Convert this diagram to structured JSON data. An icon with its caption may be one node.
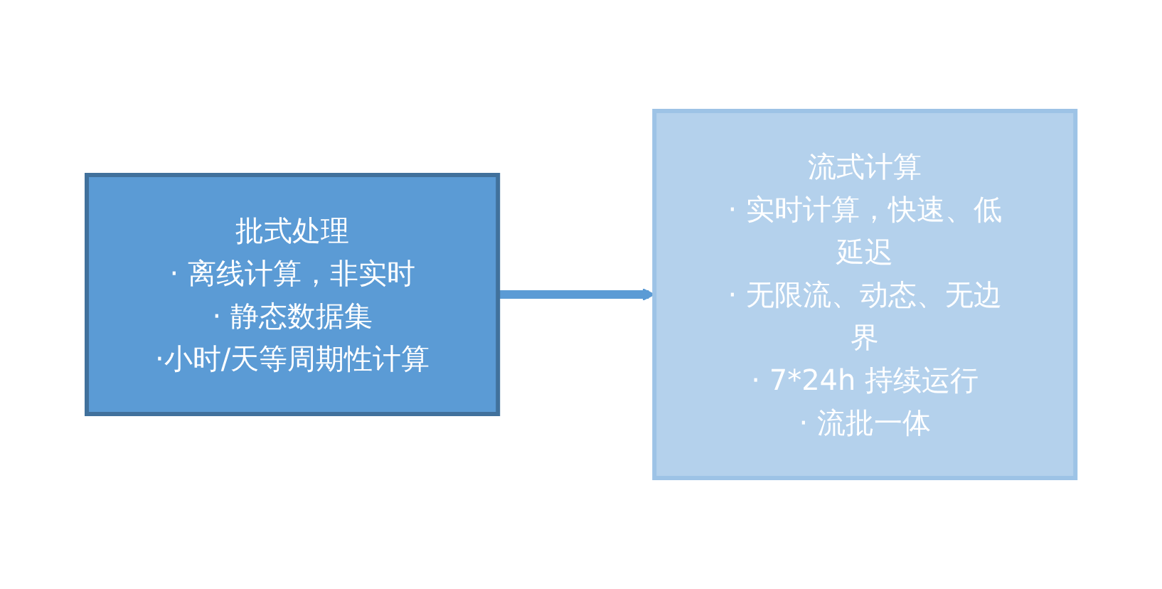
{
  "diagram": {
    "nodes": [
      {
        "text": [
          "批式处理",
          "· 离线计算，非实时",
          "· 静态数据集",
          "·小时/天等周期性计算"
        ]
      },
      {
        "text": [
          "流式计算",
          "· 实时计算，快速、低延迟",
          "· 无限流、动态、无边界",
          "· 7*24h 持续运行",
          "· 流批一体"
        ]
      }
    ],
    "edges": [
      {
        "from": 0,
        "to": 1,
        "arrow": "to"
      }
    ]
  }
}
